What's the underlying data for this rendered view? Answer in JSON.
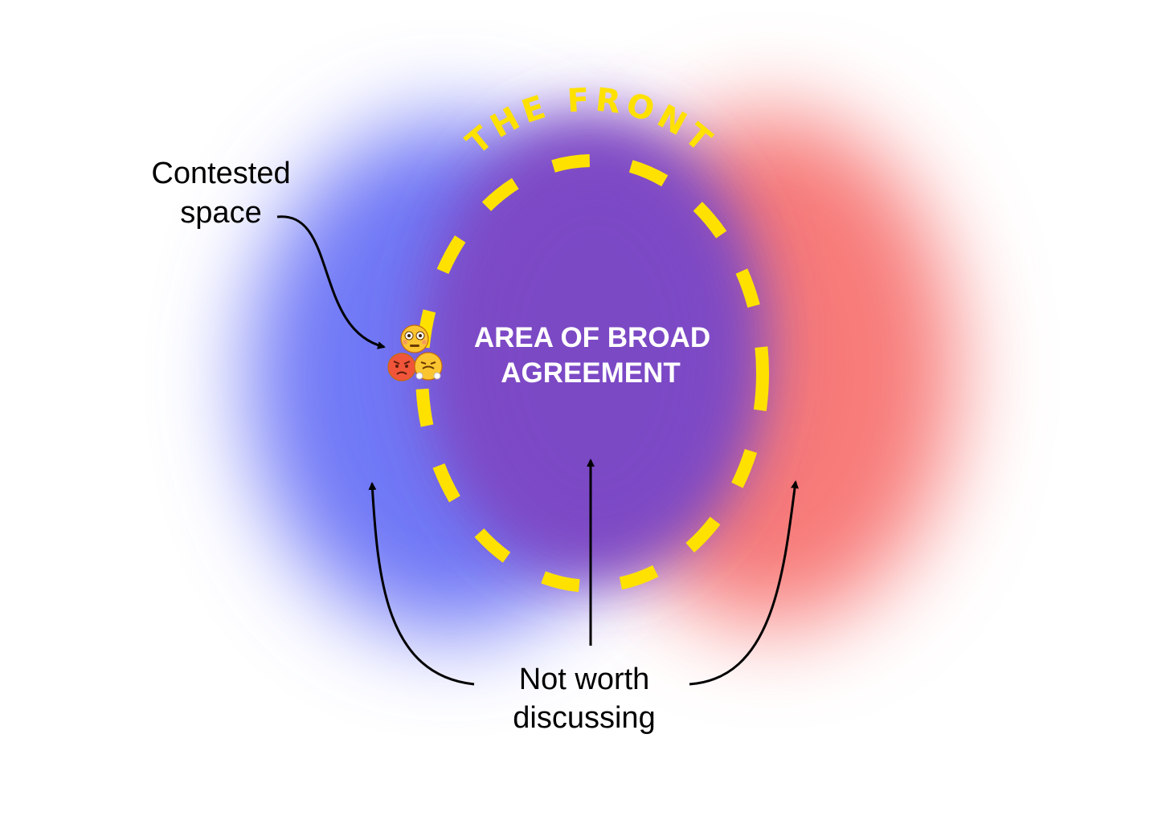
{
  "front_label": "THE FRONT",
  "center_label": {
    "line1": "AREA OF BROAD",
    "line2": "AGREEMENT"
  },
  "contested_label": {
    "line1": "Contested",
    "line2": "space"
  },
  "not_worth_label": {
    "line1": "Not worth",
    "line2": "discussing"
  },
  "colors": {
    "blue_side": "#6f78f6",
    "red_side": "#f77a78",
    "center": "#7f4ac4",
    "front_dashes": "#ffe100",
    "arrows": "#000000",
    "center_text": "#ffffff"
  },
  "icons": [
    "flushed-face-icon",
    "pouting-face-icon",
    "steam-face-icon"
  ]
}
